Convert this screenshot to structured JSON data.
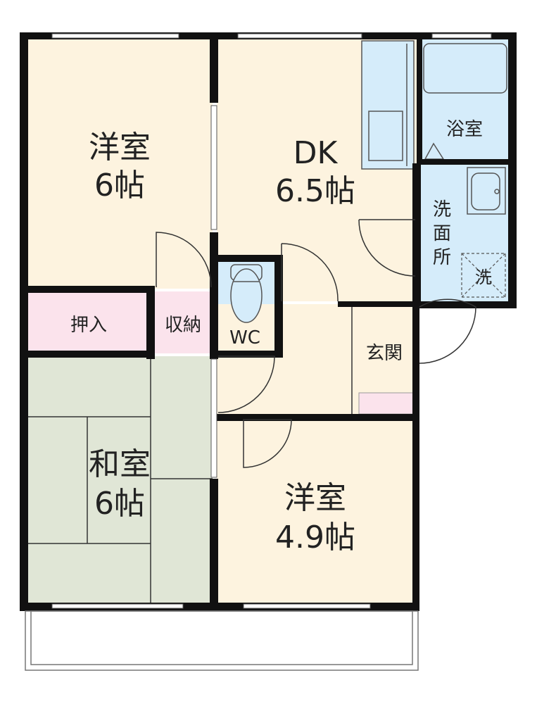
{
  "rooms": {
    "western1": {
      "name": "洋室",
      "size": "6帖"
    },
    "dk": {
      "name": "DK",
      "size": "6.5帖"
    },
    "bath": {
      "name": "浴室"
    },
    "washroom": {
      "line1": "洗",
      "line2": "面",
      "line3": "所",
      "machine": "洗"
    },
    "oshiire": {
      "name": "押入"
    },
    "storage": {
      "name": "収納"
    },
    "wc": {
      "name": "WC"
    },
    "entrance": {
      "name": "玄関"
    },
    "japanese": {
      "name": "和室",
      "size": "6帖"
    },
    "western2": {
      "name": "洋室",
      "size": "4.9帖"
    }
  },
  "colors": {
    "western": "#fdf3df",
    "wet": "#d5ecfa",
    "storage": "#fbe3ec",
    "tatami": "#e0e6d6",
    "wall": "#111111"
  }
}
